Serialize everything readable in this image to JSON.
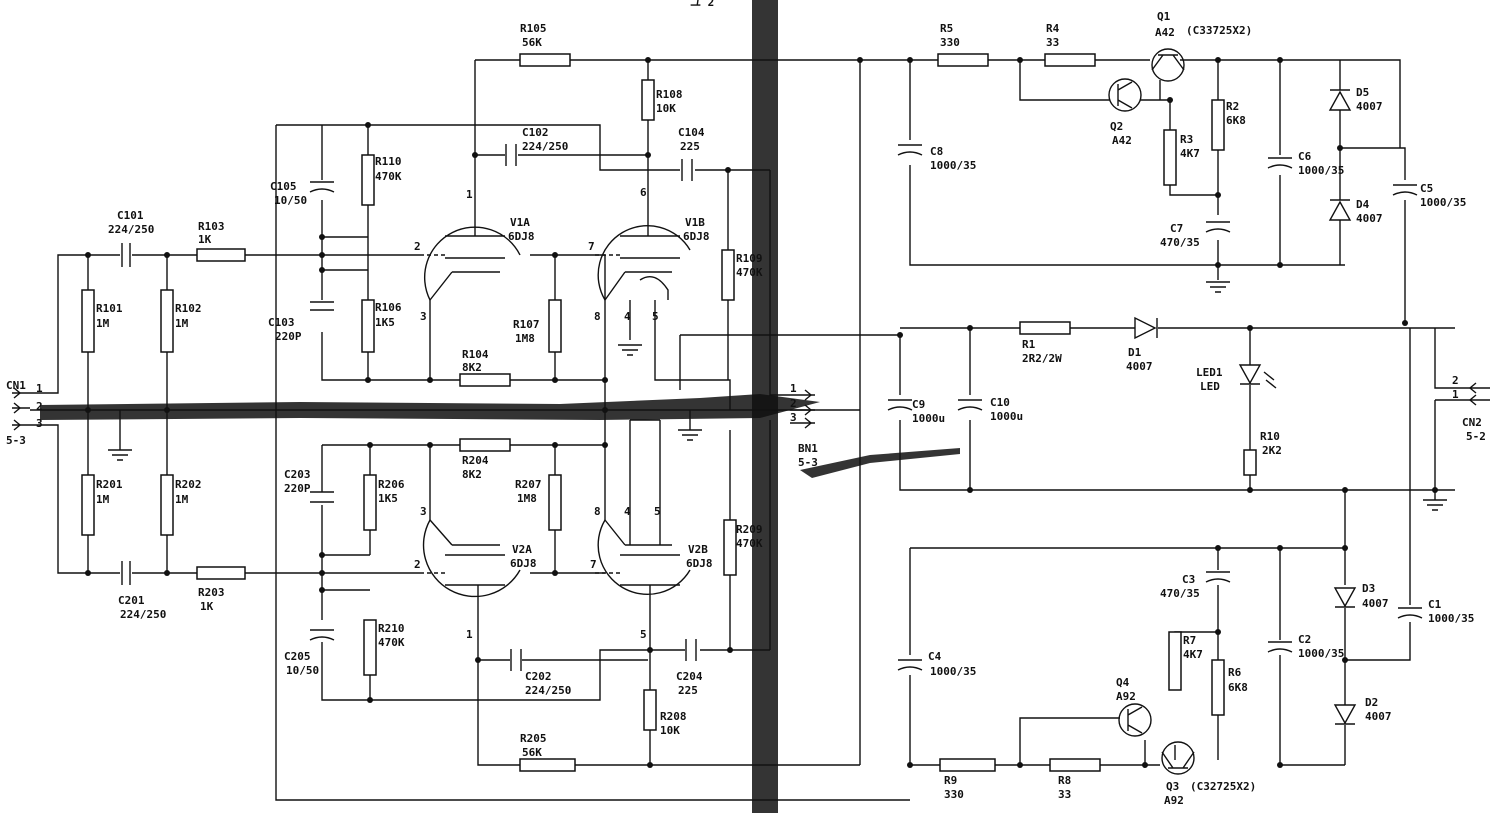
{
  "header_fragment": "ユ 2",
  "connectors": {
    "cn1": {
      "name": "CN1",
      "value": "5-3",
      "pins": [
        "1",
        "2",
        "3"
      ]
    },
    "bn1": {
      "name": "BN1",
      "value": "5-3",
      "pins": [
        "1",
        "2",
        "3"
      ]
    },
    "cn2": {
      "name": "CN2",
      "value": "5-2",
      "pins": [
        "2",
        "1"
      ]
    }
  },
  "resistors": {
    "r101": {
      "name": "R101",
      "value": "1M"
    },
    "r102": {
      "name": "R102",
      "value": "1M"
    },
    "r201": {
      "name": "R201",
      "value": "1M"
    },
    "r202": {
      "name": "R202",
      "value": "1M"
    },
    "r103": {
      "name": "R103",
      "value": "1K"
    },
    "r203": {
      "name": "R203",
      "value": "1K"
    },
    "r110": {
      "name": "R110",
      "value": "470K"
    },
    "r106": {
      "name": "R106",
      "value": "1K5"
    },
    "r206": {
      "name": "R206",
      "value": "1K5"
    },
    "r210": {
      "name": "R210",
      "value": "470K"
    },
    "r104": {
      "name": "R104",
      "value": "8K2"
    },
    "r204": {
      "name": "R204",
      "value": "8K2"
    },
    "r107": {
      "name": "R107",
      "value": "1M8"
    },
    "r207": {
      "name": "R207",
      "value": "1M8"
    },
    "r105": {
      "name": "R105",
      "value": "56K"
    },
    "r205": {
      "name": "R205",
      "value": "56K"
    },
    "r108": {
      "name": "R108",
      "value": "10K"
    },
    "r208": {
      "name": "R208",
      "value": "10K"
    },
    "r109": {
      "name": "R109",
      "value": "470K"
    },
    "r209": {
      "name": "R209",
      "value": "470K"
    },
    "r5": {
      "name": "R5",
      "value": "330"
    },
    "r4": {
      "name": "R4",
      "value": "33"
    },
    "r3": {
      "name": "R3",
      "value": "4K7"
    },
    "r2": {
      "name": "R2",
      "value": "6K8"
    },
    "r1": {
      "name": "R1",
      "value": "2R2/2W"
    },
    "r10": {
      "name": "R10",
      "value": "2K2"
    },
    "r7": {
      "name": "R7",
      "value": "4K7"
    },
    "r6": {
      "name": "R6",
      "value": "6K8"
    },
    "r9": {
      "name": "R9",
      "value": "330"
    },
    "r8": {
      "name": "R8",
      "value": "33"
    }
  },
  "capacitors": {
    "c101": {
      "name": "C101",
      "value": "224/250"
    },
    "c201": {
      "name": "C201",
      "value": "224/250"
    },
    "c105": {
      "name": "C105",
      "value": "10/50"
    },
    "c205": {
      "name": "C205",
      "value": "10/50"
    },
    "c103": {
      "name": "C103",
      "value": "220P"
    },
    "c203": {
      "name": "C203",
      "value": "220P"
    },
    "c102": {
      "name": "C102",
      "value": "224/250"
    },
    "c202": {
      "name": "C202",
      "value": "224/250"
    },
    "c104": {
      "name": "C104",
      "value": "225"
    },
    "c204": {
      "name": "C204",
      "value": "225"
    },
    "c8": {
      "name": "C8",
      "value": "1000/35"
    },
    "c6": {
      "name": "C6",
      "value": "1000/35"
    },
    "c7": {
      "name": "C7",
      "value": "470/35"
    },
    "c5": {
      "name": "C5",
      "value": "1000/35"
    },
    "c9": {
      "name": "C9",
      "value": "1000u"
    },
    "c10": {
      "name": "C10",
      "value": "1000u"
    },
    "c4": {
      "name": "C4",
      "value": "1000/35"
    },
    "c3": {
      "name": "C3",
      "value": "470/35"
    },
    "c2": {
      "name": "C2",
      "value": "1000/35"
    },
    "c1": {
      "name": "C1",
      "value": "1000/35"
    }
  },
  "tubes": {
    "v1a": {
      "name": "V1A",
      "value": "6DJ8",
      "pins": [
        "1",
        "2",
        "3"
      ]
    },
    "v1b": {
      "name": "V1B",
      "value": "6DJ8",
      "pins": [
        "6",
        "7",
        "8",
        "4",
        "5"
      ]
    },
    "v2a": {
      "name": "V2A",
      "value": "6DJ8",
      "pins": [
        "1",
        "2",
        "3"
      ]
    },
    "v2b": {
      "name": "V2B",
      "value": "6DJ8",
      "pins": [
        "5",
        "7",
        "8",
        "4",
        "5"
      ]
    }
  },
  "transistors": {
    "q1": {
      "name": "Q1",
      "value": "A42",
      "note": "(C33725X2)"
    },
    "q2": {
      "name": "Q2",
      "value": "A42"
    },
    "q3": {
      "name": "Q3",
      "value": "A92",
      "note": "(C32725X2)"
    },
    "q4": {
      "name": "Q4",
      "value": "A92"
    }
  },
  "diodes": {
    "d1": {
      "name": "D1",
      "value": "4007"
    },
    "d2": {
      "name": "D2",
      "value": "4007"
    },
    "d3": {
      "name": "D3",
      "value": "4007"
    },
    "d4": {
      "name": "D4",
      "value": "4007"
    },
    "d5": {
      "name": "D5",
      "value": "4007"
    },
    "led1": {
      "name": "LED1",
      "value": "LED"
    }
  }
}
